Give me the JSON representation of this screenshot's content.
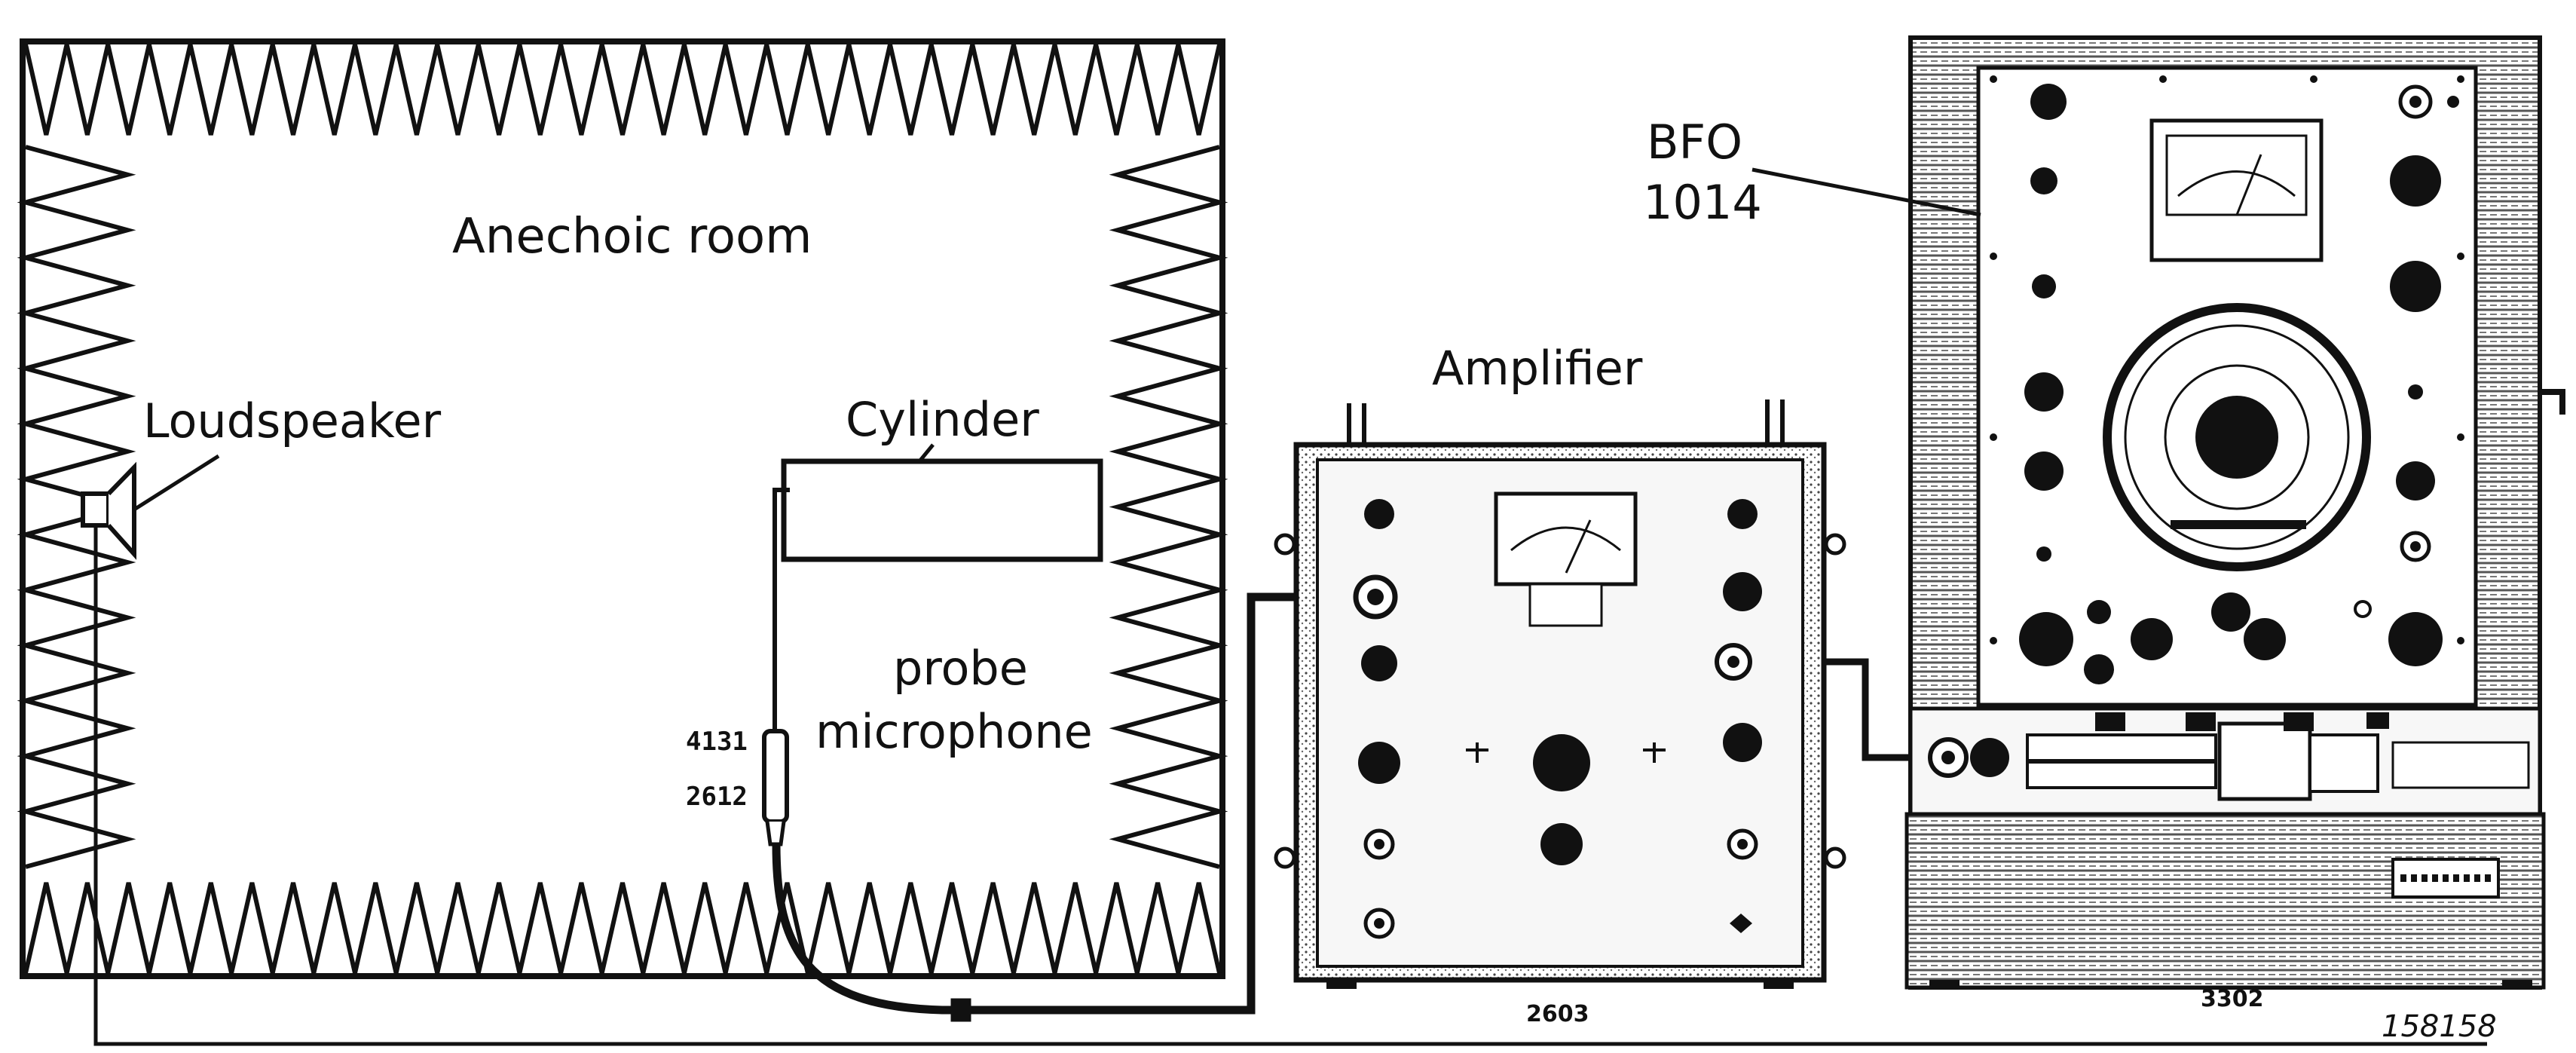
{
  "labels": {
    "room": "Anechoic room",
    "loudspeaker": "Loudspeaker",
    "cylinder": "Cylinder",
    "probe_line1": "probe",
    "probe_line2": "microphone",
    "mic_upper": "4131",
    "mic_lower": "2612",
    "amplifier": "Amplifier",
    "amplifier_model": "2603",
    "bfo_line1": "BFO",
    "bfo_line2": "1014",
    "recorder_model": "3302",
    "figure_id": "158158"
  },
  "colors": {
    "ink": "#111111",
    "panel": "#f7f7f7",
    "hatch": "#555555"
  }
}
